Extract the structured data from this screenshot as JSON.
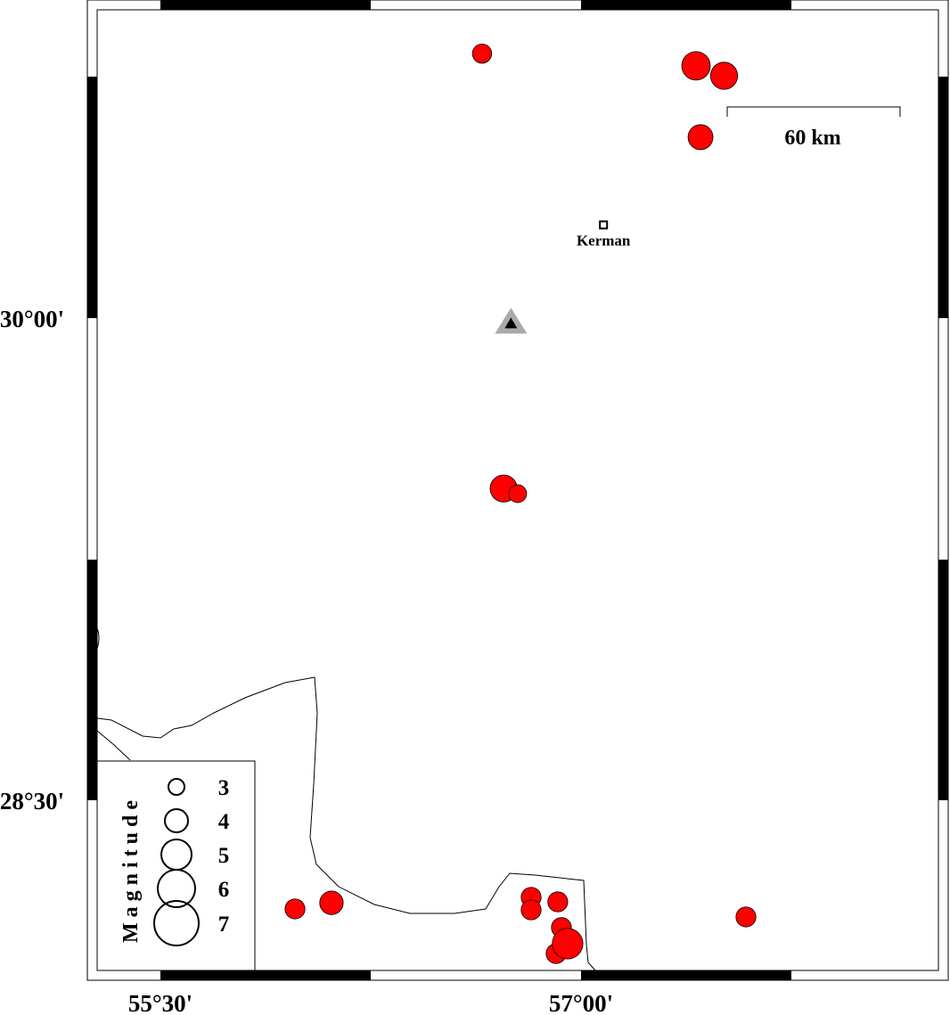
{
  "map": {
    "lon_range": [
      55.25,
      58.325
    ],
    "lat_range": [
      27.985,
      30.955
    ],
    "x_ticks": [
      {
        "value": 55.5,
        "label": "55°30'"
      },
      {
        "value": 57.0,
        "label": "57°00'"
      }
    ],
    "y_ticks": [
      {
        "value": 30.0,
        "label": "30°00'"
      },
      {
        "value": 28.5,
        "label": "28°30'"
      }
    ],
    "scale_bar": {
      "label": "60 km"
    },
    "city": {
      "name": "Kerman",
      "lon": 57.08,
      "lat": 30.29
    },
    "station": {
      "lon": 56.75,
      "lat": 29.985
    },
    "colors": {
      "event": "#ff0000",
      "station_outer": "#aaaaaa",
      "station_inner": "#000000"
    },
    "events": [
      {
        "lon": 56.647,
        "lat": 30.823,
        "mag": 3.2
      },
      {
        "lon": 57.41,
        "lat": 30.785,
        "mag": 4.5
      },
      {
        "lon": 57.51,
        "lat": 30.754,
        "mag": 4.3
      },
      {
        "lon": 57.426,
        "lat": 30.563,
        "mag": 4.0
      },
      {
        "lon": 56.724,
        "lat": 29.47,
        "mag": 4.3
      },
      {
        "lon": 56.774,
        "lat": 29.454,
        "mag": 3.0
      },
      {
        "lon": 55.98,
        "lat": 28.162,
        "mag": 3.3
      },
      {
        "lon": 56.11,
        "lat": 28.181,
        "mag": 3.8
      },
      {
        "lon": 56.822,
        "lat": 28.198,
        "mag": 3.3
      },
      {
        "lon": 56.822,
        "lat": 28.159,
        "mag": 3.3
      },
      {
        "lon": 56.917,
        "lat": 28.184,
        "mag": 3.3
      },
      {
        "lon": 56.93,
        "lat": 28.104,
        "mag": 3.3
      },
      {
        "lon": 56.911,
        "lat": 28.023,
        "mag": 3.3
      },
      {
        "lon": 56.952,
        "lat": 28.054,
        "mag": 4.8
      },
      {
        "lon": 57.588,
        "lat": 28.137,
        "mag": 3.3
      }
    ]
  },
  "legend": {
    "title": "Magnitude",
    "entries": [
      {
        "mag": 3,
        "label": "3"
      },
      {
        "mag": 4,
        "label": "4"
      },
      {
        "mag": 5,
        "label": "5"
      },
      {
        "mag": 6,
        "label": "6"
      },
      {
        "mag": 7,
        "label": "7"
      }
    ]
  }
}
